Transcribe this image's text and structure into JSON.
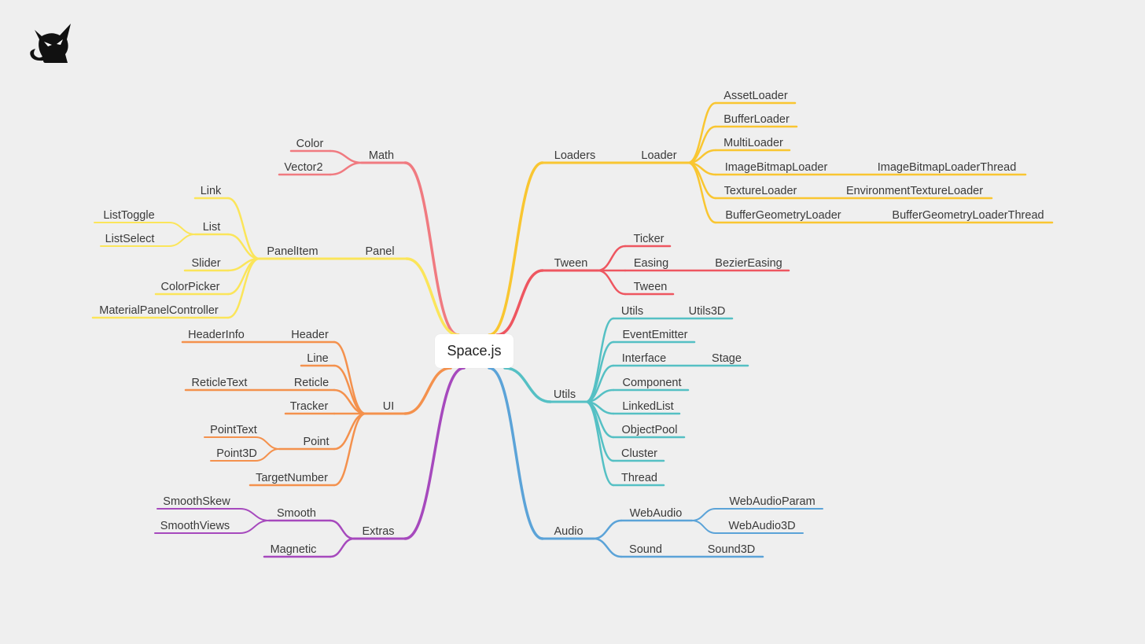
{
  "logo": {
    "icon": "black-cat-icon"
  },
  "colors": {
    "root_edge_left": "#f07a80",
    "math": "#f07a80",
    "panel": "#fbe55a",
    "ui": "#f4914d",
    "extras": "#a649bd",
    "loaders": "#f9c631",
    "tween": "#ee5660",
    "utils": "#55c0c4",
    "audio": "#5ba3d8"
  },
  "root": {
    "label": "Space.js"
  },
  "branches": {
    "math": {
      "label": "Math",
      "children": [
        "Color",
        "Vector2"
      ]
    },
    "panel": {
      "label": "Panel",
      "panelitem": {
        "label": "PanelItem",
        "link": "Link",
        "list": {
          "label": "List",
          "children": [
            "ListToggle",
            "ListSelect"
          ]
        },
        "slider": "Slider",
        "colorpicker": "ColorPicker",
        "material": "MaterialPanelController"
      }
    },
    "ui": {
      "label": "UI",
      "header": {
        "label": "Header",
        "child": "HeaderInfo"
      },
      "line": "Line",
      "reticle": {
        "label": "Reticle",
        "child": "ReticleText"
      },
      "tracker": "Tracker",
      "point": {
        "label": "Point",
        "children": [
          "PointText",
          "Point3D"
        ]
      },
      "targetnumber": "TargetNumber"
    },
    "extras": {
      "label": "Extras",
      "smooth": {
        "label": "Smooth",
        "children": [
          "SmoothSkew",
          "SmoothViews"
        ]
      },
      "magnetic": "Magnetic"
    },
    "loaders": {
      "label": "Loaders",
      "loader": {
        "label": "Loader",
        "asset": "AssetLoader",
        "buffer": "BufferLoader",
        "multi": "MultiLoader",
        "imagebitmap": {
          "label": "ImageBitmapLoader",
          "child": "ImageBitmapLoaderThread"
        },
        "texture": {
          "label": "TextureLoader",
          "child": "EnvironmentTextureLoader"
        },
        "buffergeometry": {
          "label": "BufferGeometryLoader",
          "child": "BufferGeometryLoaderThread"
        }
      }
    },
    "tween": {
      "label": "Tween",
      "ticker": "Ticker",
      "easing": {
        "label": "Easing",
        "child": "BezierEasing"
      },
      "tween": "Tween"
    },
    "utils": {
      "label": "Utils",
      "utils": {
        "label": "Utils",
        "child": "Utils3D"
      },
      "eventemitter": "EventEmitter",
      "interface": {
        "label": "Interface",
        "child": "Stage"
      },
      "component": "Component",
      "linkedlist": "LinkedList",
      "objectpool": "ObjectPool",
      "cluster": "Cluster",
      "thread": "Thread"
    },
    "audio": {
      "label": "Audio",
      "webaudio": {
        "label": "WebAudio",
        "children": [
          "WebAudioParam",
          "WebAudio3D"
        ]
      },
      "sound": {
        "label": "Sound",
        "child": "Sound3D"
      }
    }
  }
}
